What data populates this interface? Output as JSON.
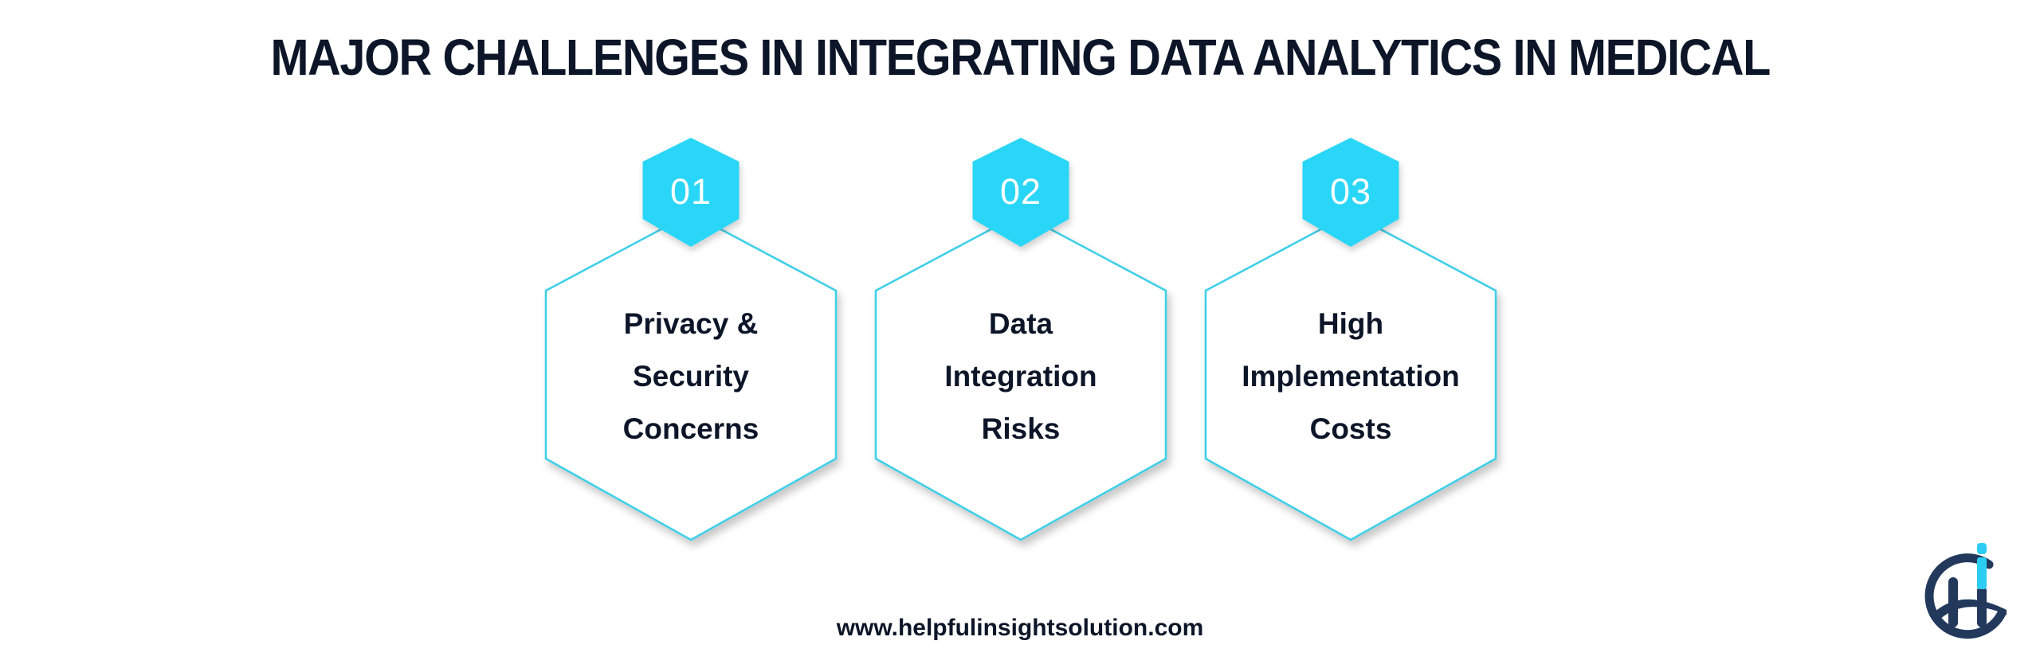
{
  "title": "MAJOR CHALLENGES IN INTEGRATING DATA ANALYTICS IN MEDICAL",
  "colors": {
    "title_text": "#0d1628",
    "accent_cyan": "#29d6f7",
    "outline_cyan": "#3ccfe8",
    "logo_navy": "#22395c",
    "background": "#ffffff"
  },
  "cards": [
    {
      "number": "01",
      "lines": [
        "Privacy &",
        "Security",
        "Concerns"
      ]
    },
    {
      "number": "02",
      "lines": [
        "Data",
        "Integration",
        "Risks"
      ]
    },
    {
      "number": "03",
      "lines": [
        "High",
        "Implementation",
        "Costs"
      ]
    }
  ],
  "footer": {
    "url": "www.helpfulinsightsolution.com"
  },
  "logo": {
    "icon": "hi-circle-logo-icon"
  }
}
